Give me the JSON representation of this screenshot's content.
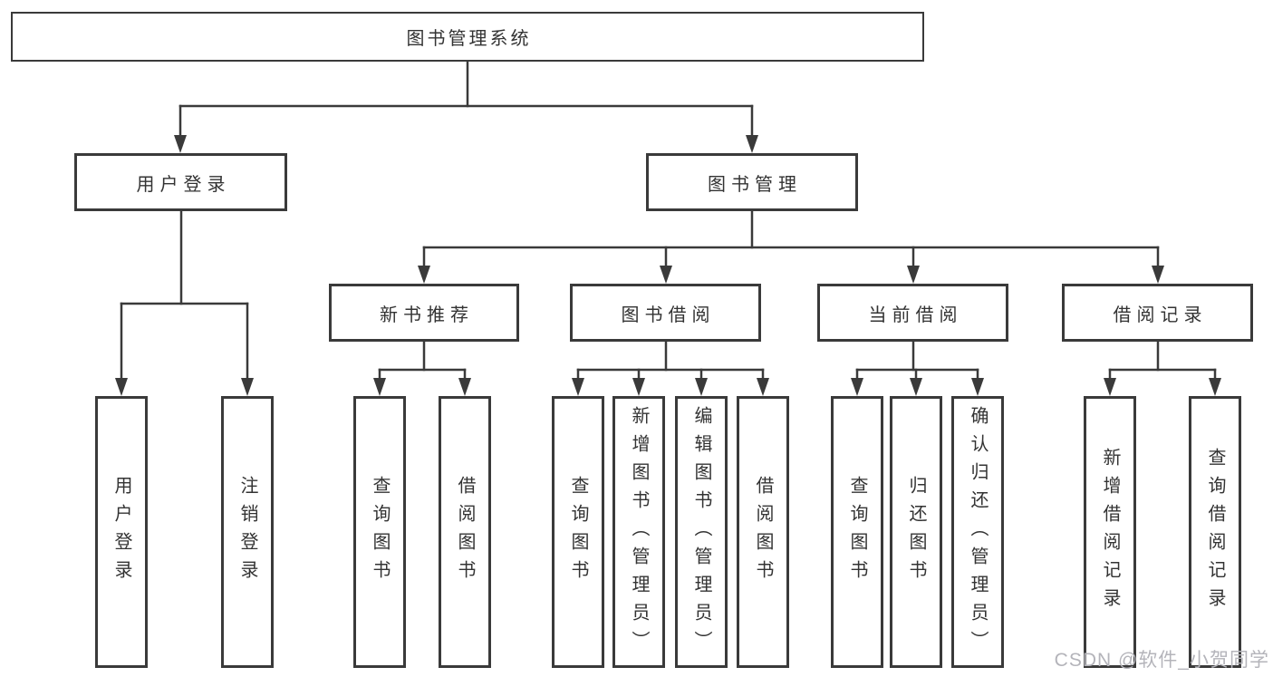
{
  "tree": {
    "label": "图书管理系统",
    "children": [
      {
        "label": "用户登录",
        "children": [
          {
            "label": "用户登录"
          },
          {
            "label": "注销登录"
          }
        ]
      },
      {
        "label": "图书管理",
        "children": [
          {
            "label": "新书推荐",
            "children": [
              {
                "label": "查询图书"
              },
              {
                "label": "借阅图书"
              }
            ]
          },
          {
            "label": "图书借阅",
            "children": [
              {
                "label": "查询图书"
              },
              {
                "label": "新增图书（管理员）"
              },
              {
                "label": "编辑图书（管理员）"
              },
              {
                "label": "借阅图书"
              }
            ]
          },
          {
            "label": "当前借阅",
            "children": [
              {
                "label": "查询图书"
              },
              {
                "label": "归还图书"
              },
              {
                "label": "确认归还（管理员）"
              }
            ]
          },
          {
            "label": "借阅记录",
            "children": [
              {
                "label": "新增借阅记录"
              },
              {
                "label": "查询借阅记录"
              }
            ]
          }
        ]
      }
    ]
  },
  "watermark": {
    "text": "CSDN @软件_小贺同学"
  },
  "colors": {
    "line": "#3a3a3a",
    "text": "#333333",
    "watermark": "#b4b4ba",
    "background": "#ffffff"
  }
}
